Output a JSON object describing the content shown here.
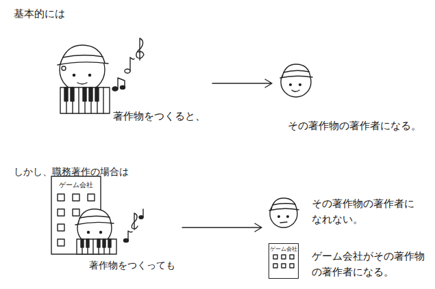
{
  "diagram": {
    "nodes": [
      {
        "text": [
          "著作物をつくると、"
        ]
      },
      {
        "text": [
          "その著作物の著作者になる。"
        ]
      },
      {
        "text": [
          "ゲーム会社"
        ]
      },
      {
        "text": [
          "著作物をつくっても"
        ]
      },
      {
        "text": [
          "その著作物の著作者になれない。"
        ]
      },
      {
        "text": [
          "ゲーム会社"
        ]
      },
      {
        "text": [
          "ゲーム会社がその著作物の著作者になる。"
        ]
      }
    ],
    "edges": [
      {
        "from": 0,
        "to": 1,
        "arrow": "to"
      },
      {
        "from": 3,
        "to": 4,
        "arrow": "to"
      }
    ],
    "labels": [
      "基本的には",
      "しかし、職務著作の場合は"
    ]
  }
}
